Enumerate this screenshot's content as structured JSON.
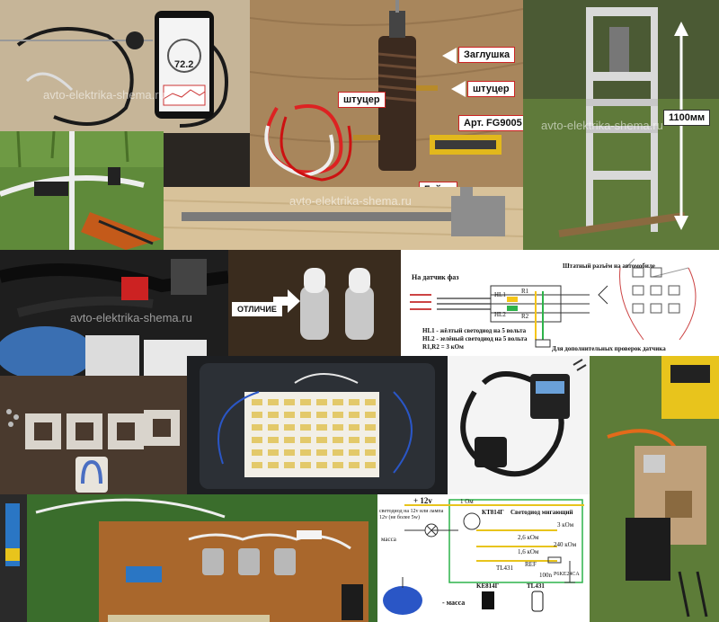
{
  "watermark": "avto-elektrika-shema.ru",
  "watermark_variant": "avto-elektrika-shema.ru",
  "phone": {
    "reading": "72.2"
  },
  "fuel_pump_photo": {
    "labels": {
      "plug": "Заглушка",
      "fitting_left": "штуцер",
      "fitting_right": "штуцер",
      "article": "Арт. FG9005",
      "nut": "Гайка"
    }
  },
  "press_photo": {
    "height_label": "1100мм"
  },
  "lamps_photo": {
    "label": "ОТЛИЧИЕ"
  },
  "wiring_schematic": {
    "left_label": "На датчик фаз",
    "right_label": "Штатный разъём на автомобиле",
    "bottom_label": "Для дополнительных проверок датчика",
    "legend": [
      "HL1 - жёлтый светодиод на 5 вольта",
      "HL2 - зелёный светодиод на 5 вольта",
      "R1,R2 = 3 кОм"
    ],
    "parts": [
      "R1",
      "R2",
      "HL1",
      "HL2"
    ]
  },
  "level_schematic": {
    "supply": "+ 12v",
    "r_top": "1 Ом",
    "title": "Светодиод мигающий",
    "lamp_note": "светодиод на 12v или лампа 12v (не более 5w)",
    "mass_left": "масса",
    "mass_bottom": "- масса",
    "transistor": "КТ814Г",
    "r1": "2,6 кОм",
    "r2": "3 кОм",
    "r3": "1,6 кОм",
    "r4": "240 кОм",
    "tl": "TL431",
    "ref": "REF",
    "cap": "100n",
    "diode": "P6KE24CA",
    "pkg1": "KE814Г",
    "pkg2": "TL431"
  }
}
